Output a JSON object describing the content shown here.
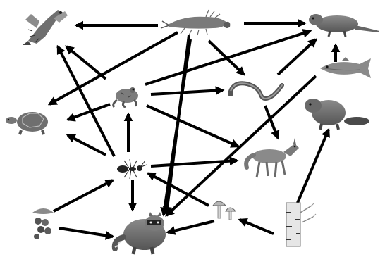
{
  "diagram": {
    "type": "food-web",
    "organisms": [
      {
        "id": "hawk",
        "icon": "hawk-icon"
      },
      {
        "id": "shrimp",
        "icon": "crayfish-icon"
      },
      {
        "id": "otter",
        "icon": "otter-icon"
      },
      {
        "id": "trout",
        "icon": "fish-icon"
      },
      {
        "id": "frog",
        "icon": "frog-icon"
      },
      {
        "id": "snake",
        "icon": "snake-icon"
      },
      {
        "id": "turtle",
        "icon": "turtle-icon"
      },
      {
        "id": "beaver",
        "icon": "beaver-icon"
      },
      {
        "id": "coyote",
        "icon": "coyote-icon"
      },
      {
        "id": "ant",
        "icon": "ant-icon"
      },
      {
        "id": "mushroom",
        "icon": "mushroom-icon"
      },
      {
        "id": "berries",
        "icon": "berries-icon"
      },
      {
        "id": "birch",
        "icon": "birch-tree-icon"
      },
      {
        "id": "raccoon",
        "icon": "raccoon-icon"
      }
    ],
    "arrows": [
      {
        "from": "shrimp",
        "to": "hawk"
      },
      {
        "from": "shrimp",
        "to": "otter"
      },
      {
        "from": "shrimp",
        "to": "turtle"
      },
      {
        "from": "shrimp",
        "to": "raccoon"
      },
      {
        "from": "shrimp",
        "to": "snake"
      },
      {
        "from": "frog",
        "to": "hawk"
      },
      {
        "from": "frog",
        "to": "otter"
      },
      {
        "from": "frog",
        "to": "turtle"
      },
      {
        "from": "frog",
        "to": "snake"
      },
      {
        "from": "frog",
        "to": "coyote"
      },
      {
        "from": "snake",
        "to": "otter"
      },
      {
        "from": "snake",
        "to": "coyote"
      },
      {
        "from": "trout",
        "to": "otter"
      },
      {
        "from": "trout",
        "to": "raccoon"
      },
      {
        "from": "ant",
        "to": "hawk"
      },
      {
        "from": "ant",
        "to": "turtle"
      },
      {
        "from": "ant",
        "to": "frog"
      },
      {
        "from": "ant",
        "to": "coyote"
      },
      {
        "from": "ant",
        "to": "raccoon"
      },
      {
        "from": "berries",
        "to": "ant"
      },
      {
        "from": "berries",
        "to": "raccoon"
      },
      {
        "from": "mushroom",
        "to": "ant"
      },
      {
        "from": "mushroom",
        "to": "raccoon"
      },
      {
        "from": "birch",
        "to": "mushroom"
      },
      {
        "from": "birch",
        "to": "beaver"
      },
      {
        "from": "shrimp",
        "to": "raccoon"
      }
    ],
    "colors": {
      "arrow": "#000000",
      "background": "#ffffff",
      "ink": "#555555"
    }
  }
}
